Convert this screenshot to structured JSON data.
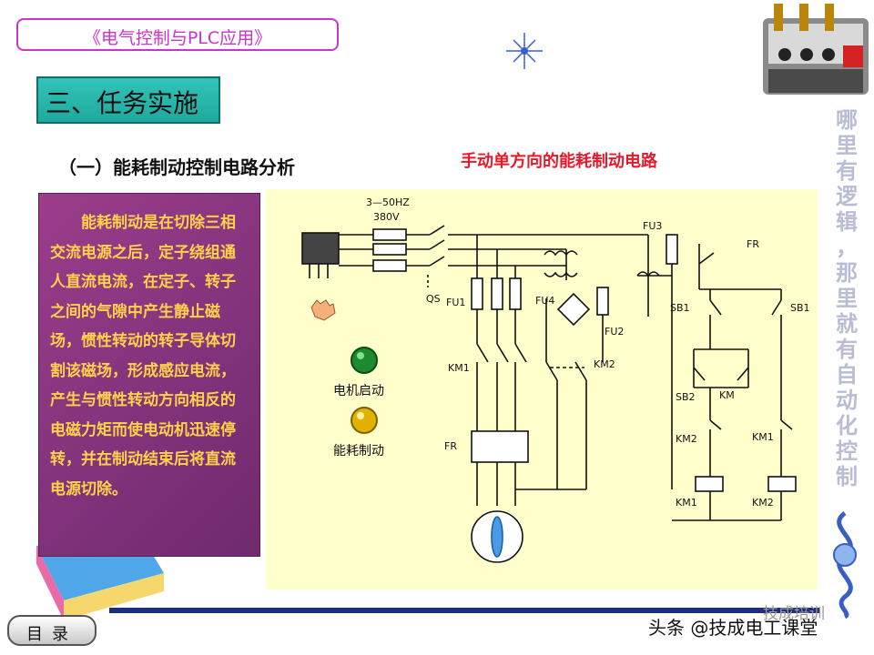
{
  "header": {
    "course_title": "《电气控制与PLC应用》"
  },
  "section": {
    "title": "三、任务实施",
    "subheading": "（一）能耗制动控制电路分析"
  },
  "description": "能耗制动是在切除三相交流电源之后，定子绕组通人直流电流，在定子、转子之间的气隙中产生静止磁场，惯性转动的转子导体切割该磁场，形成感应电流，产生与惯性转动方向相反的电磁力矩而使电动机迅速停转，并在制动结束后将直流电源切除。",
  "diagram": {
    "caption": "手动单方向的能耗制动电路",
    "supply_freq": "3—50HZ",
    "supply_volt": "380V",
    "buttons": {
      "start": "电机启动",
      "brake": "能耗制动"
    },
    "labels": {
      "qs": "QS",
      "fu1": "FU1",
      "fu2": "FU2",
      "fu3": "FU3",
      "fu4": "FU4",
      "km1": "KM1",
      "km2": "KM2",
      "fr": "FR",
      "fr_ctrl": "FR",
      "sb1_left": "SB1",
      "sb1_right": "SB1",
      "sb2": "SB2",
      "km_hold": "KM",
      "km2_contact": "KM2",
      "km1_contact": "KM1",
      "km1_coil": "KM1",
      "km2_coil": "KM2"
    },
    "colors": {
      "start_lamp": "#1e8a2e",
      "brake_lamp": "#e2b100"
    }
  },
  "slogan": [
    "哪",
    "里",
    "有",
    "逻",
    "辑",
    "，",
    "那",
    "里",
    "就",
    "有",
    "自",
    "动",
    "化",
    "控",
    "制"
  ],
  "footer": {
    "menu_label": "目录",
    "watermark": "头条 @技成电工课堂",
    "watermark_bg": "技成培训"
  }
}
